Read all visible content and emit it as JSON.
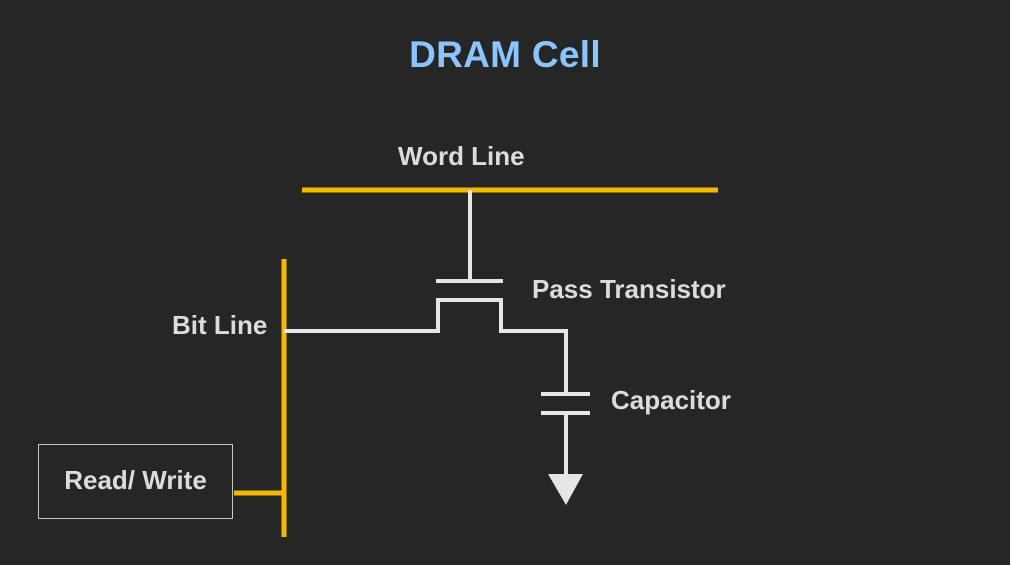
{
  "title": "DRAM Cell",
  "labels": {
    "word_line": "Word Line",
    "bit_line": "Bit Line",
    "pass_transistor": "Pass Transistor",
    "capacitor": "Capacitor",
    "read_write": "Read/ Write"
  },
  "colors": {
    "background": "#262626",
    "title": "#8cc4ff",
    "bus_lines": "#f5b800",
    "wires": "#e6e6e6",
    "text": "#dcdcdc"
  },
  "icons": {
    "ground": "ground-arrow-icon"
  }
}
